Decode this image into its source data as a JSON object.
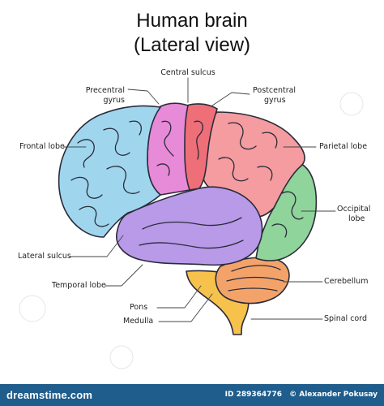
{
  "title_line1": "Human brain",
  "title_line2": "(Lateral view)",
  "labels": {
    "central_sulcus": "Central sulcus",
    "precentral_gyrus_1": "Precentral",
    "precentral_gyrus_2": "gyrus",
    "postcentral_gyrus_1": "Postcentral",
    "postcentral_gyrus_2": "gyrus",
    "frontal_lobe": "Frontal lobe",
    "parietal_lobe": "Parietal lobe",
    "occipital_lobe_1": "Occipital",
    "occipital_lobe_2": "lobe",
    "lateral_sulcus": "Lateral sulcus",
    "temporal_lobe": "Temporal lobe",
    "cerebellum": "Cerebellum",
    "pons": "Pons",
    "medulla": "Medulla",
    "spinal_cord": "Spinal cord"
  },
  "colors": {
    "frontal": "#9fd6ee",
    "precentral": "#e78ad8",
    "postcentral": "#ee6f78",
    "parietal": "#f49ca0",
    "occipital": "#8fd49a",
    "temporal": "#b89ae8",
    "cerebellum": "#f3a36a",
    "brainstem": "#f6c24c",
    "outline": "#2b2b3a",
    "footer": "#1f5d8c"
  },
  "footer": {
    "brand": "dreamstime.com",
    "id": "ID 289364776",
    "credit": "© Alexander Pokusay"
  }
}
